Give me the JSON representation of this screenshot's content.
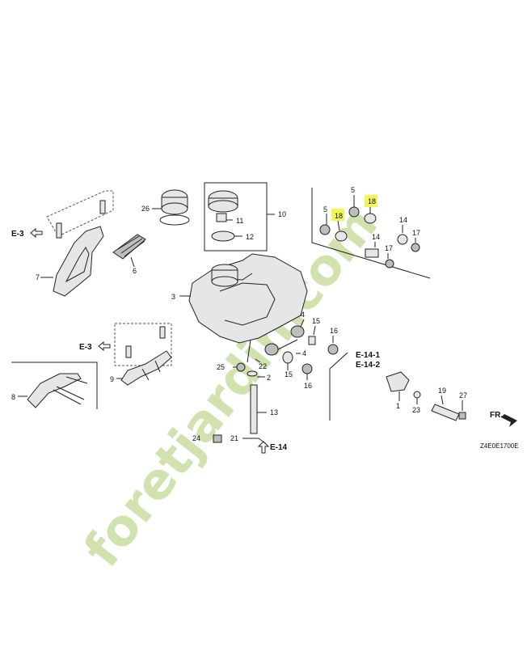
{
  "diagram": {
    "code": "Z4E0E1700E",
    "fr_label": "FR.",
    "watermark": "foretjardin.com",
    "section_refs": {
      "e3_top": "E-3",
      "e3_mid": "E-3",
      "e14_bottom": "E-14",
      "e14_1": "E-14-1",
      "e14_2": "E-14-2"
    },
    "callouts": {
      "p1": "1",
      "p2": "2",
      "p3": "3",
      "p4": "4",
      "p5": "5",
      "p5b": "5",
      "p6": "6",
      "p7": "7",
      "p8": "8",
      "p9": "9",
      "p10": "10",
      "p11": "11",
      "p12": "12",
      "p13": "13",
      "p14": "14",
      "p14b": "14",
      "p15a": "15",
      "p15b": "15",
      "p16a": "16",
      "p16b": "16",
      "p17a": "17",
      "p17b": "17",
      "p18a": "18",
      "p18b": "18",
      "p19": "19",
      "p21": "21",
      "p22": "22",
      "p23": "23",
      "p24": "24",
      "p25": "25",
      "p26": "26",
      "p27": "27"
    },
    "highlight_color": "#f3f35a"
  }
}
